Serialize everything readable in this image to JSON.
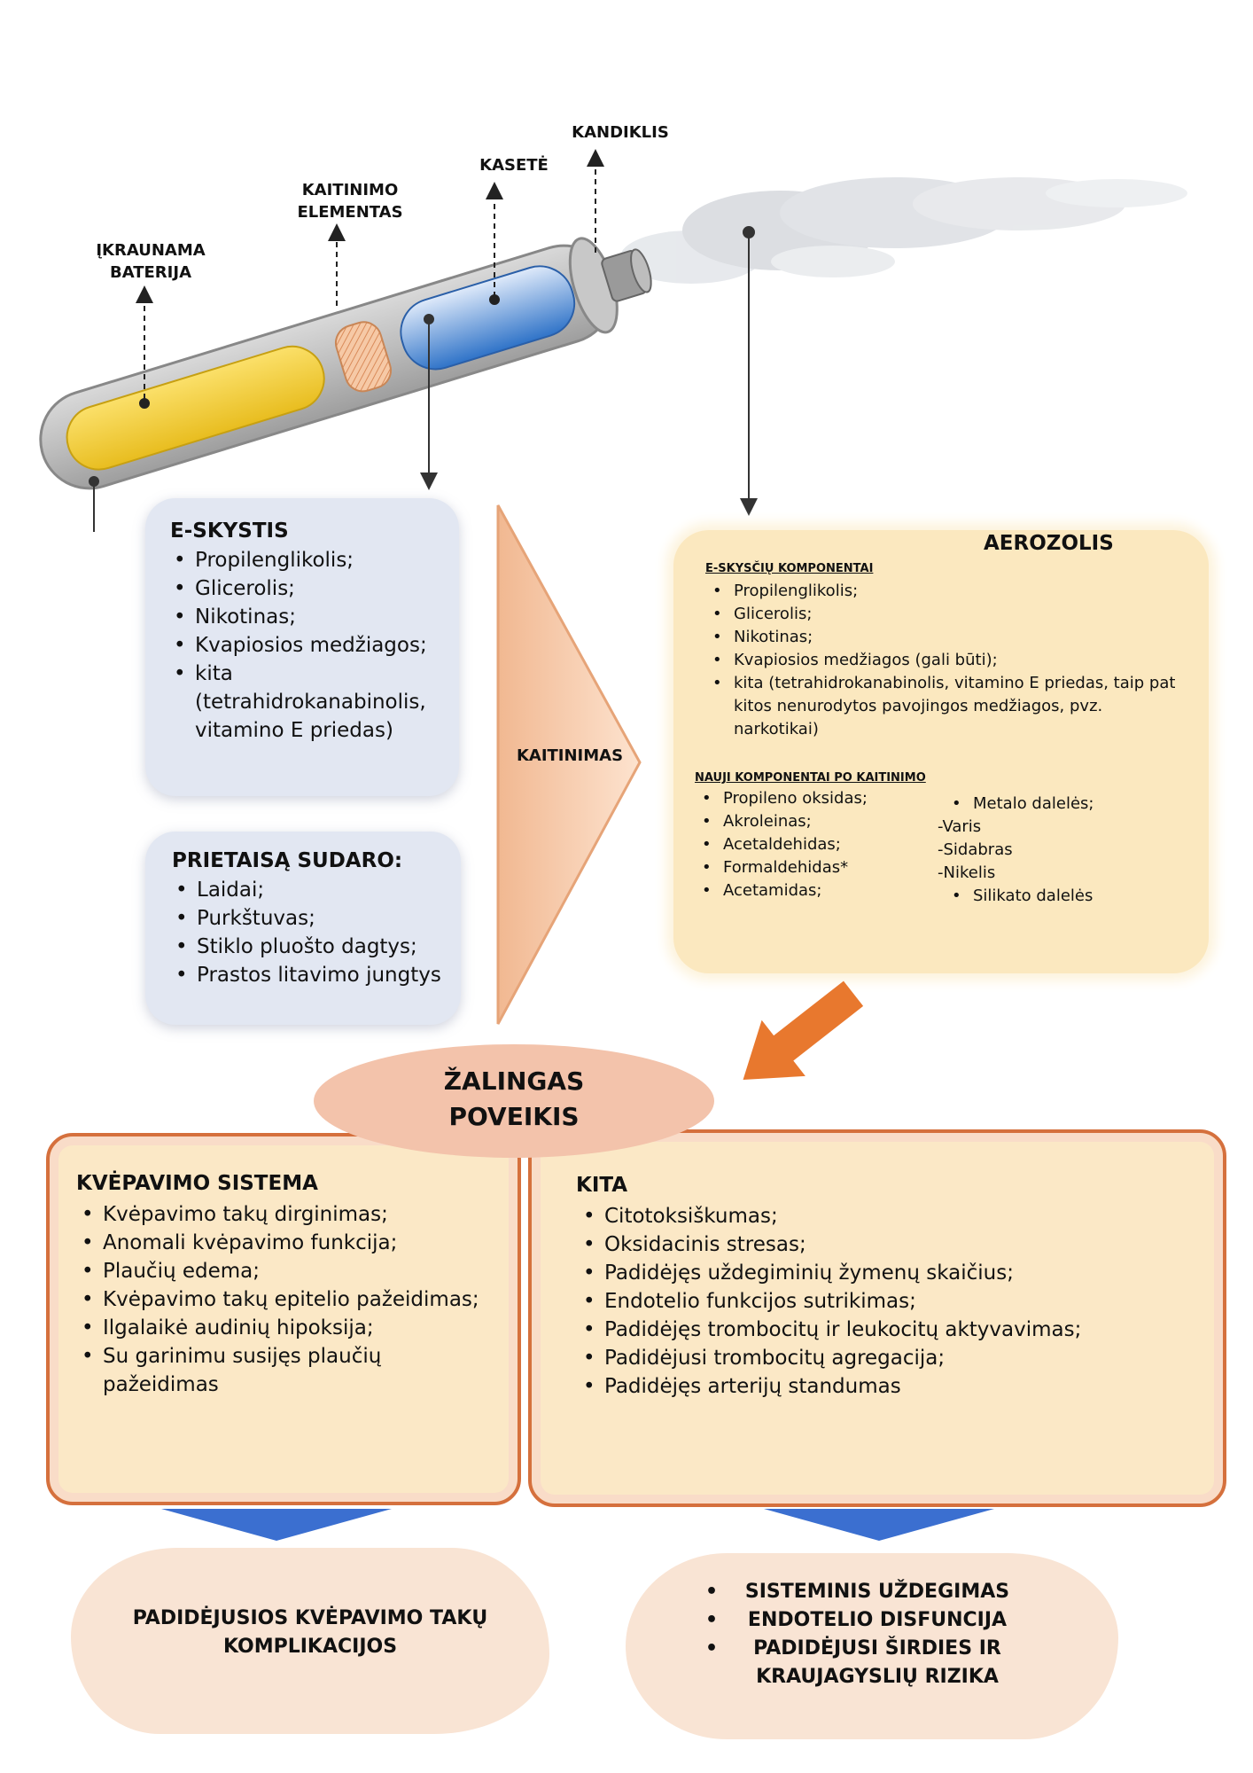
{
  "device_labels": {
    "battery": "ĮKRAUNAMA\nBATERIJA",
    "heating_element": "KAITINIMO\nELEMENTAS",
    "cassette": "KASETĖ",
    "mouthpiece": "KANDIKLIS"
  },
  "e_liquid": {
    "title": "E-SKYSTIS",
    "items": [
      "Propilenglikolis;",
      "Glicerolis;",
      "Nikotinas;",
      "Kvapiosios medžiagos;",
      "kita (tetrahidrokanabinolis, vitamino E priedas)"
    ]
  },
  "device": {
    "title": "PRIETAISĄ SUDARO:",
    "items": [
      "Laidai;",
      "Purkštuvas;",
      "Stiklo pluošto dagtys;",
      "Prastos litavimo jungtys"
    ]
  },
  "heating_label": "KAITINIMAS",
  "aerosol": {
    "title": "AEROZOLIS",
    "components_title": "E-SKYSČIŲ KOMPONENTAI",
    "components": [
      "Propilenglikolis;",
      "Glicerolis;",
      "Nikotinas;",
      "Kvapiosios medžiagos (gali būti);",
      "kita (tetrahidrokanabinolis, vitamino E priedas, taip pat kitos nenurodytos pavojingos medžiagos, pvz. narkotikai)"
    ],
    "new_title": "NAUJI KOMPONENTAI PO KAITINIMO",
    "new_left": [
      "Propileno oksidas;",
      "Akroleinas;",
      "Acetaldehidas;",
      "Formaldehidas*",
      "Acetamidas;"
    ],
    "metal_title": "Metalo dalelės;",
    "metals": [
      "-Varis",
      "-Sidabras",
      "-Nikelis"
    ],
    "silicate": "Silikato dalelės"
  },
  "harmful": "ŽALINGAS\nPOVEIKIS",
  "respiratory": {
    "title": "KVĖPAVIMO SISTEMA",
    "items": [
      "Kvėpavimo takų dirginimas;",
      "Anomali kvėpavimo funkcija;",
      "Plaučių edema;",
      "Kvėpavimo takų epitelio pažeidimas;",
      "Ilgalaikė audinių hipoksija;",
      "Su garinimu susijęs plaučių pažeidimas"
    ]
  },
  "other": {
    "title": "KITA",
    "items": [
      "Citotoksiškumas;",
      "Oksidacinis stresas;",
      "Padidėjęs uždegiminių žymenų skaičius;",
      "Endotelio funkcijos sutrikimas;",
      "Padidėjęs trombocitų ir leukocitų aktyvavimas;",
      "Padidėjusi trombocitų agregacija;",
      "Padidėjęs arterijų standumas"
    ]
  },
  "outcome_left": "PADIDĖJUSIOS KVĖPAVIMO TAKŲ\nKOMPLIKACIJOS",
  "outcome_right": [
    "SISTEMINIS UŽDEGIMAS",
    "ENDOTELIO DISFUNCIJA",
    "PADIDĖJUSI ŠIRDIES IR KRAUJAGYSLIŲ RIZIKA"
  ],
  "colors": {
    "battery": "#f5d33c",
    "cassette": "#3a7fd0",
    "heater": "#f1b48a",
    "arrow_orange": "#e8782e",
    "down_arrow_blue": "#3b6fd0"
  }
}
